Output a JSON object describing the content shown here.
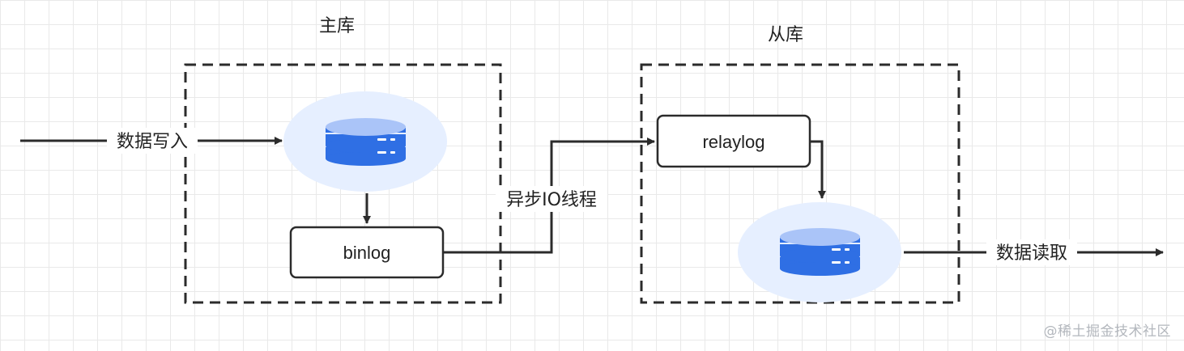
{
  "primary": {
    "title": "主库"
  },
  "replica": {
    "title": "从库"
  },
  "nodes": {
    "binlog": "binlog",
    "relaylog": "relaylog"
  },
  "edges": {
    "write": "数据写入",
    "io_thread": "异步IO线程",
    "read": "数据读取"
  },
  "colors": {
    "line": "#2b2b2b",
    "db_halo": "#e6efff",
    "db_body": "#2f6fe4",
    "db_top": "#aac4f8"
  },
  "watermark": "@稀土掘金技术社区"
}
